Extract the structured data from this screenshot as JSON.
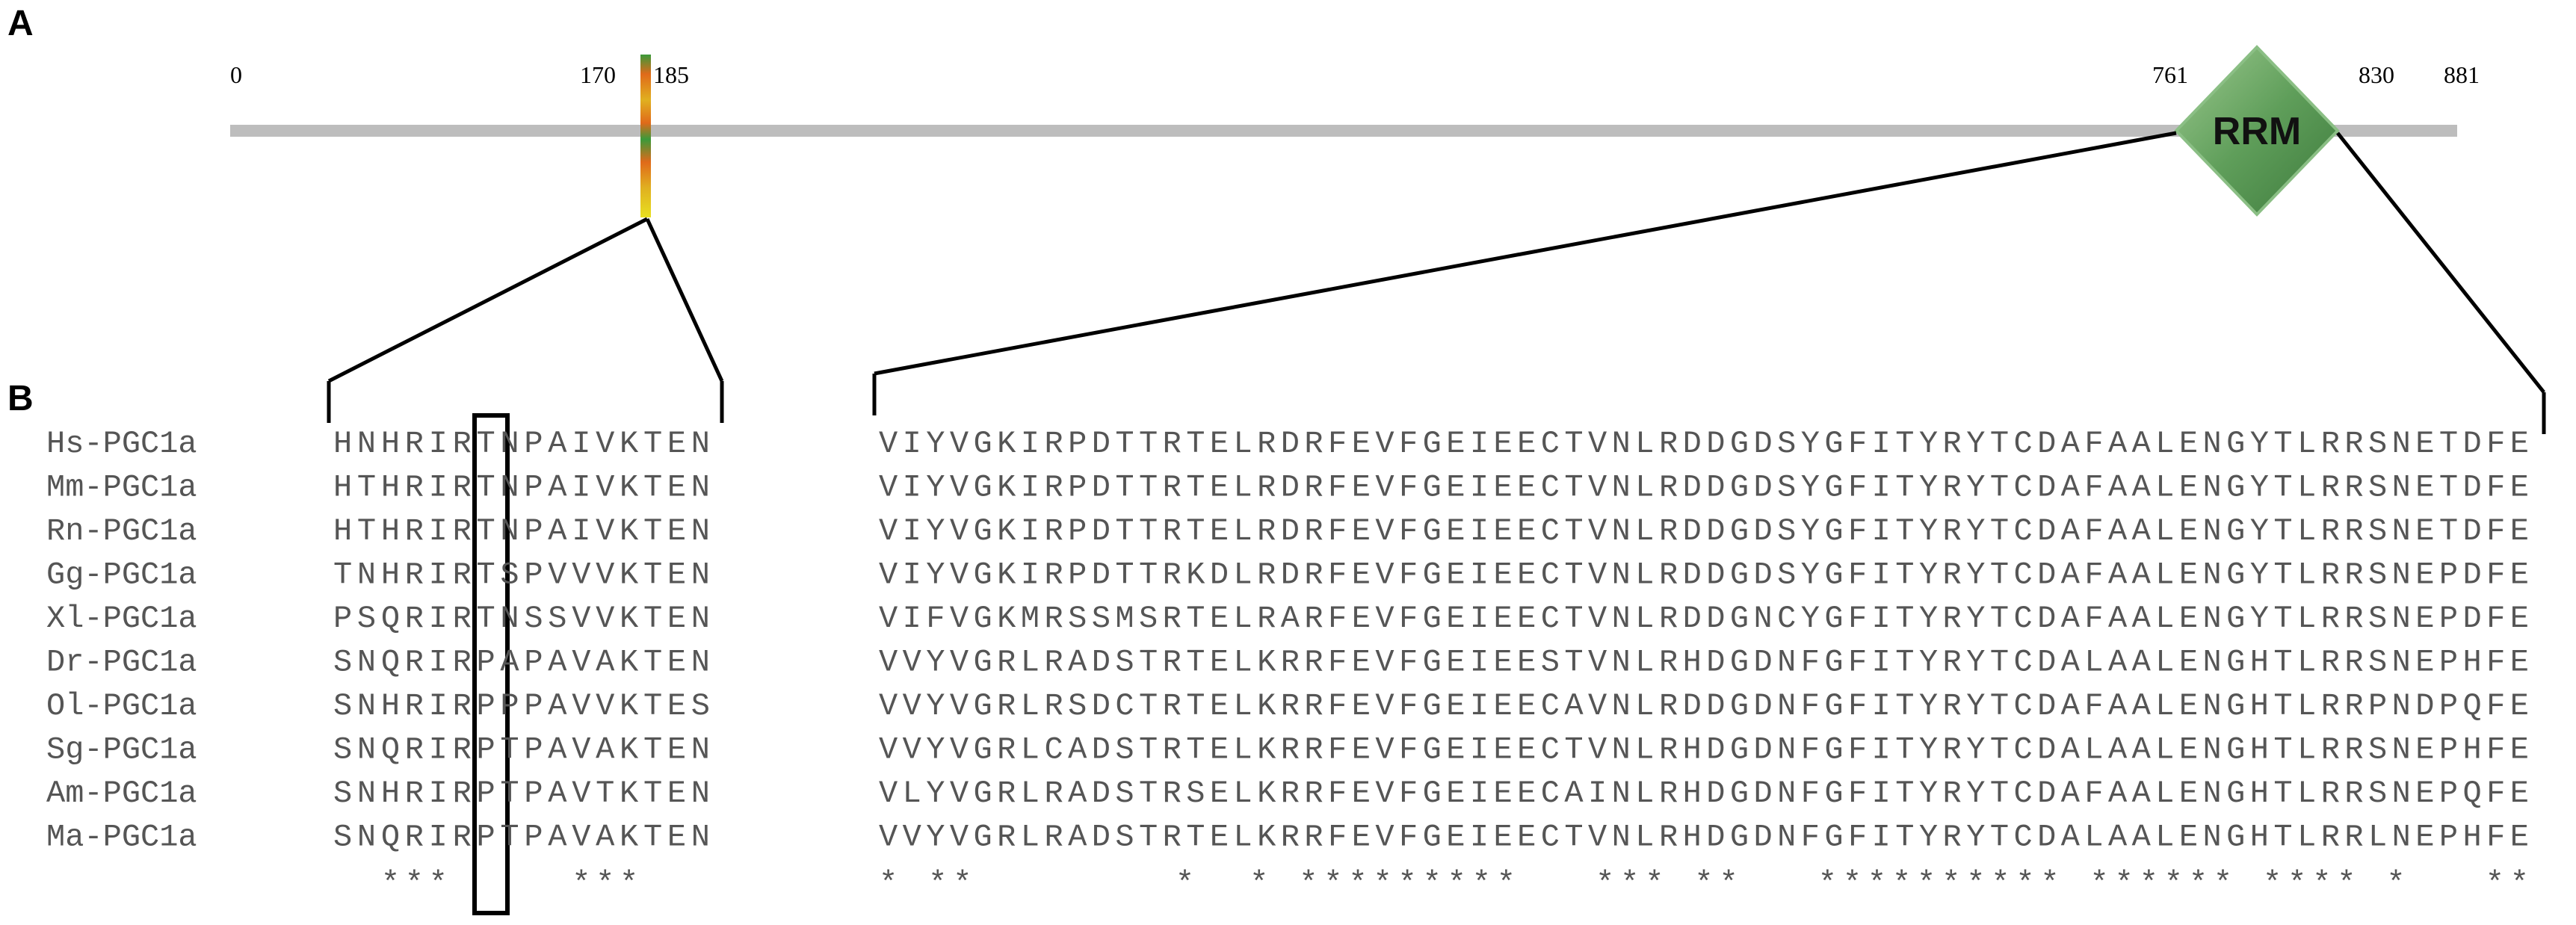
{
  "panel_labels": {
    "a": "A",
    "b": "B"
  },
  "colors": {
    "bar": "#bdbdbd",
    "domain_fill": "#5f9e5a",
    "domain_stroke": "#8bbf85",
    "sequence_text": "#555555",
    "lines": "#000000"
  },
  "protein": {
    "ticks": [
      "0",
      "170",
      "185",
      "761",
      "830",
      "881"
    ],
    "domain_label": "RRM"
  },
  "species": [
    "Hs-PGC1a",
    "Mm-PGC1a",
    "Rn-PGC1a",
    "Gg-PGC1a",
    "Xl-PGC1a",
    "Dr-PGC1a",
    "Ol-PGC1a",
    "Sg-PGC1a",
    "Am-PGC1a",
    "Ma-PGC1a"
  ],
  "seg1": [
    "HNHRIRTNPAIVKTEN",
    "HTHRIRTNPAIVKTEN",
    "HTHRIRTNPAIVKTEN",
    "TNHRIRTSPVVVKTEN",
    "PSQRIRTNSSVVKTEN",
    "SNQRIRPAPAVAKTEN",
    "SNHRIRPPPAVVKTES",
    "SNQRIRPTPAVAKTEN",
    "SNHRIRPTPAVTKTEN",
    "SNQRIRPTPAVAKTEN"
  ],
  "seg1_conservation": "  ***     ***   ",
  "seg2": [
    "VIYVGKIRPDTTRTELRDRFEVFGEIEECTVNLRDDGDSYGFITYRYTCDAFAALENGYTLRRSNETDFE",
    "VIYVGKIRPDTTRTELRDRFEVFGEIEECTVNLRDDGDSYGFITYRYTCDAFAALENGYTLRRSNETDFE",
    "VIYVGKIRPDTTRTELRDRFEVFGEIEECTVNLRDDGDSYGFITYRYTCDAFAALENGYTLRRSNETDFE",
    "VIYVGKIRPDTTRKDLRDRFEVFGEIEECTVNLRDDGDSYGFITYRYTCDAFAALENGYTLRRSNEPDFE",
    "VIFVGKMRSSMSRTELRARFEVFGEIEECTVNLRDDGNCYGFITYRYTCDAFAALENGYTLRRSNEPDFE",
    "VVYVGRLRADSTRTELKRRFEVFGEIEESTVNLRHDGDNFGFITYRYTCDALAALENGHTLRRSNEPHFE",
    "VVYVGRLRSDCTRTELKRRFEVFGEIEECAVNLRDDGDNFGFITYRYTCDAFAALENGHTLRRPNDPQFE",
    "VVYVGRLCADSTRTELKRRFEVFGEIEECTVNLRHDGDNFGFITYRYTCDALAALENGHTLRRSNEPHFE",
    "VLYVGRLRADSTRSELKRRFEVFGEIEECAINLRHDGDNFGFITYRYTCDAFAALENGHTLRRSNEPQFE",
    "VVYVGRLRADSTRTELKRRFEVFGEIEECTVNLRHDGDNFGFITYRYTCDALAALENGHTLRRLNEPHFE"
  ],
  "seg2_conservation": "* **        *  * *********   *** **   ********** ****** **** *   **"
}
